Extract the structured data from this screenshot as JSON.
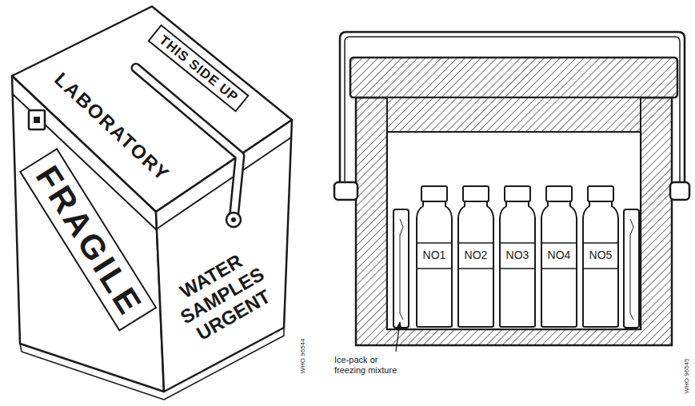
{
  "diagram": {
    "nodes": [
      {
        "text": [
          "THIS SIDE UP"
        ]
      },
      {
        "text": [
          "FRAGILE"
        ]
      },
      {
        "text": [
          "NO1"
        ]
      },
      {
        "text": [
          "NO2"
        ]
      },
      {
        "text": [
          "NO3"
        ]
      },
      {
        "text": [
          "NO4"
        ]
      },
      {
        "text": [
          "NO5"
        ]
      }
    ],
    "labels": [
      "LABORATORY",
      "WATER SAMPLES URGENT",
      "WHO 96544",
      "Ice-pack or freezing mixture",
      "WHO 96545"
    ]
  }
}
